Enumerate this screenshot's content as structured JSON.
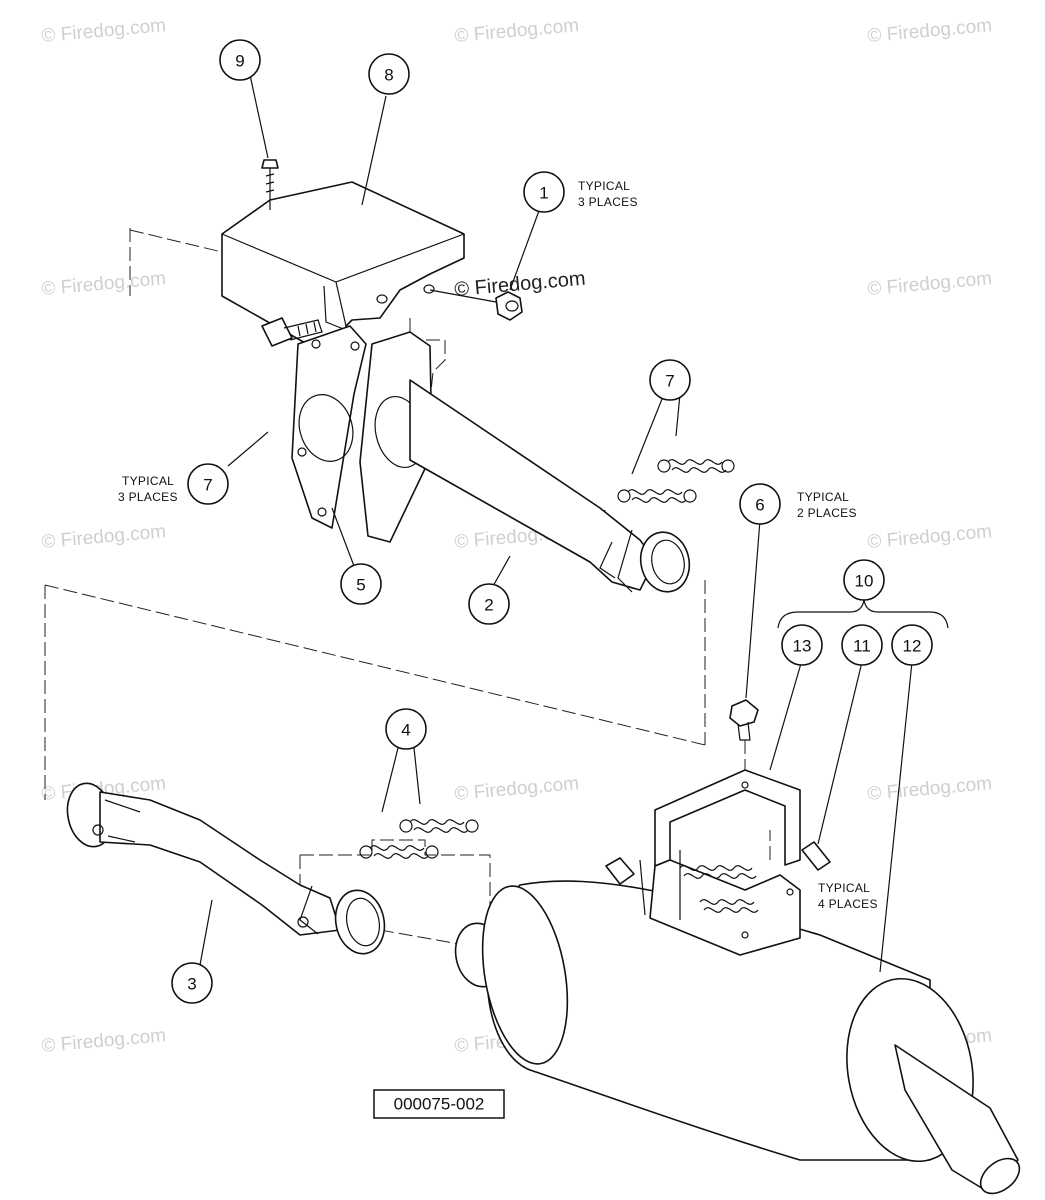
{
  "watermark": {
    "text": "© Firedog.com"
  },
  "callouts": [
    {
      "id": "9",
      "label": "9"
    },
    {
      "id": "8",
      "label": "8"
    },
    {
      "id": "1",
      "label": "1"
    },
    {
      "id": "7a",
      "label": "7"
    },
    {
      "id": "7b",
      "label": "7"
    },
    {
      "id": "6",
      "label": "6"
    },
    {
      "id": "5",
      "label": "5"
    },
    {
      "id": "2",
      "label": "2"
    },
    {
      "id": "10",
      "label": "10"
    },
    {
      "id": "13",
      "label": "13"
    },
    {
      "id": "11",
      "label": "11"
    },
    {
      "id": "12",
      "label": "12"
    },
    {
      "id": "4",
      "label": "4"
    },
    {
      "id": "3",
      "label": "3"
    }
  ],
  "notes": {
    "n1": {
      "line1": "TYPICAL",
      "line2": "3 PLACES"
    },
    "n7": {
      "line1": "TYPICAL",
      "line2": "3 PLACES"
    },
    "n6": {
      "line1": "TYPICAL",
      "line2": "2 PLACES"
    },
    "n11": {
      "line1": "TYPICAL",
      "line2": "4 PLACES"
    }
  },
  "figure_number": "000075-002"
}
